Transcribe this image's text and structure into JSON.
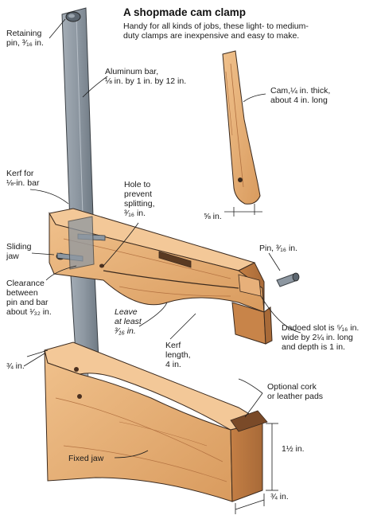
{
  "header": {
    "title": "A shopmade cam clamp",
    "description": "Handy for all kinds of jobs, these light- to medium-\nduty clamps are inexpensive and easy to make."
  },
  "labels": {
    "retaining_pin": "Retaining\npin, ³⁄₁₆ in.",
    "aluminum_bar": "Aluminum bar,\n⅛ in. by 1 in. by 12 in.",
    "cam": "Cam,¼ in. thick,\nabout 4 in. long",
    "cam_width": "⅝ in.",
    "kerf_for_bar": "Kerf for\n⅛-in. bar",
    "hole_to_prevent": "Hole to\nprevent\nsplitting,\n³⁄₁₆ in.",
    "sliding_jaw": "Sliding\njaw",
    "pin": "Pin, ³⁄₁₆ in.",
    "clearance": "Clearance\nbetween\npin and bar\nabout ¹⁄₃₂ in.",
    "leave_at_least": "Leave\nat least\n³⁄₁₆ in.",
    "dadoed_slot": "Dadoed slot is ⁵⁄₁₆ in.\nwide by 2¼ in. long\nand depth is 1 in.",
    "kerf_length": "Kerf\nlength,\n4 in.",
    "three_quarter_left": "¾ in.",
    "optional_pads": "Optional cork\nor leather pads",
    "fixed_jaw": "Fixed jaw",
    "one_and_half": "1½ in.",
    "three_quarter_bottom": "¾ in."
  },
  "colors": {
    "wood_light": "#e8b27a",
    "wood_mid": "#d4955a",
    "wood_dark": "#a8683a",
    "metal": "#8f99a3",
    "metal_dark": "#5c6670",
    "ink": "#1a1a1a",
    "cork": "#7a4a28"
  }
}
